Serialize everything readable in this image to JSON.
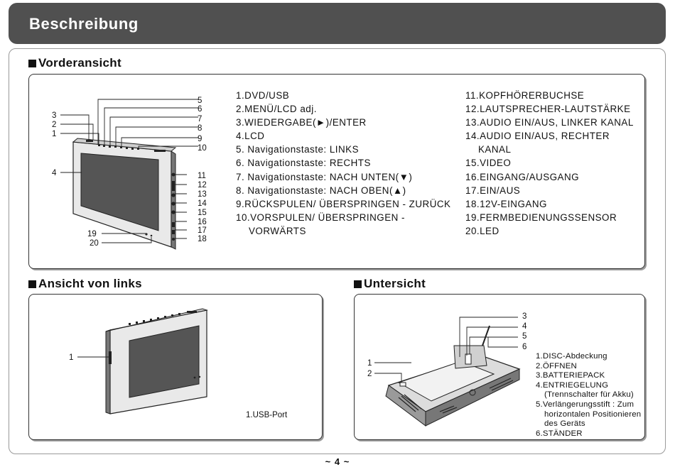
{
  "header": {
    "title": "Beschreibung"
  },
  "front_view": {
    "title": "Vorderansicht",
    "left_column": [
      "1.DVD/USB",
      "2.MENÜ/LCD adj.",
      "3.WIEDERGABE(►)/ENTER",
      "4.LCD",
      "5. Navigationstaste: LINKS",
      "6. Navigationstaste: RECHTS",
      "7. Navigationstaste: NACH UNTEN(▼)",
      "8. Navigationstaste: NACH OBEN(▲)",
      "9.RÜCKSPULEN/ ÜBERSPRINGEN - ZURÜCK",
      "10.VORSPULEN/ ÜBERSPRINGEN -",
      "VORWÄRTS"
    ],
    "right_column": [
      "11.KOPFHÖRERBUCHSE",
      "12.LAUTSPRECHER-LAUTSTÄRKE",
      "13.AUDIO EIN/AUS, LINKER KANAL",
      "14.AUDIO EIN/AUS, RECHTER",
      "KANAL",
      "15.VIDEO",
      "16.EINGANG/AUSGANG",
      "17.EIN/AUS",
      "18.12V-EINGANG",
      "19.FERMBEDIENUNGSSENSOR",
      "20.LED"
    ],
    "callouts": [
      "1",
      "2",
      "3",
      "4",
      "5",
      "6",
      "7",
      "8",
      "9",
      "10",
      "11",
      "12",
      "13",
      "14",
      "15",
      "16",
      "17",
      "18",
      "19",
      "20"
    ]
  },
  "left_view": {
    "title": "Ansicht von links",
    "callouts": [
      "1"
    ],
    "caption": "1.USB-Port"
  },
  "bottom_view": {
    "title": "Untersicht",
    "callouts": [
      "1",
      "2",
      "3",
      "4",
      "5",
      "6"
    ],
    "items": [
      "1.DISC-Abdeckung",
      "2.ÖFFNEN",
      "3.BATTERIEPACK",
      "4.ENTRIEGELUNG",
      "(Trennschalter für Akku)",
      "5.Verlängerungsstift : Zum",
      "horizontalen Positionieren",
      "des Geräts",
      "6.STÄNDER"
    ]
  },
  "footer": {
    "page_number": "~ 4 ~"
  }
}
